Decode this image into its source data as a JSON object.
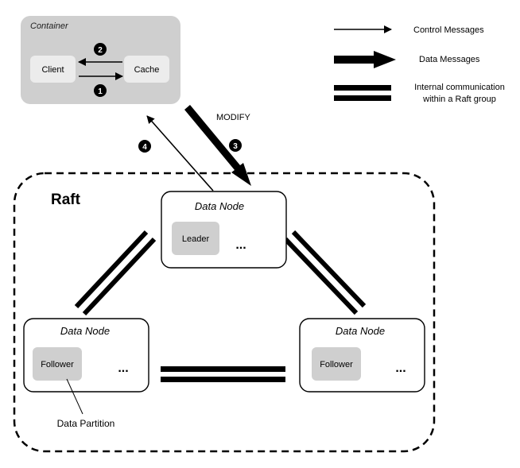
{
  "container": {
    "title": "Container",
    "client_label": "Client",
    "cache_label": "Cache"
  },
  "legend": {
    "control": "Control  Messages",
    "data": "Data  Messages",
    "internal_line1": "Internal communication",
    "internal_line2": "within a Raft group"
  },
  "steps": {
    "one": "1",
    "two": "2",
    "three": "3",
    "four": "4"
  },
  "modify_label": "MODIFY",
  "raft": {
    "title": "Raft",
    "node_top": {
      "title": "Data Node",
      "role": "Leader",
      "more": "..."
    },
    "node_left": {
      "title": "Data Node",
      "role": "Follower",
      "more": "..."
    },
    "node_right": {
      "title": "Data Node",
      "role": "Follower",
      "more": "..."
    },
    "partition_label": "Data Partition"
  }
}
